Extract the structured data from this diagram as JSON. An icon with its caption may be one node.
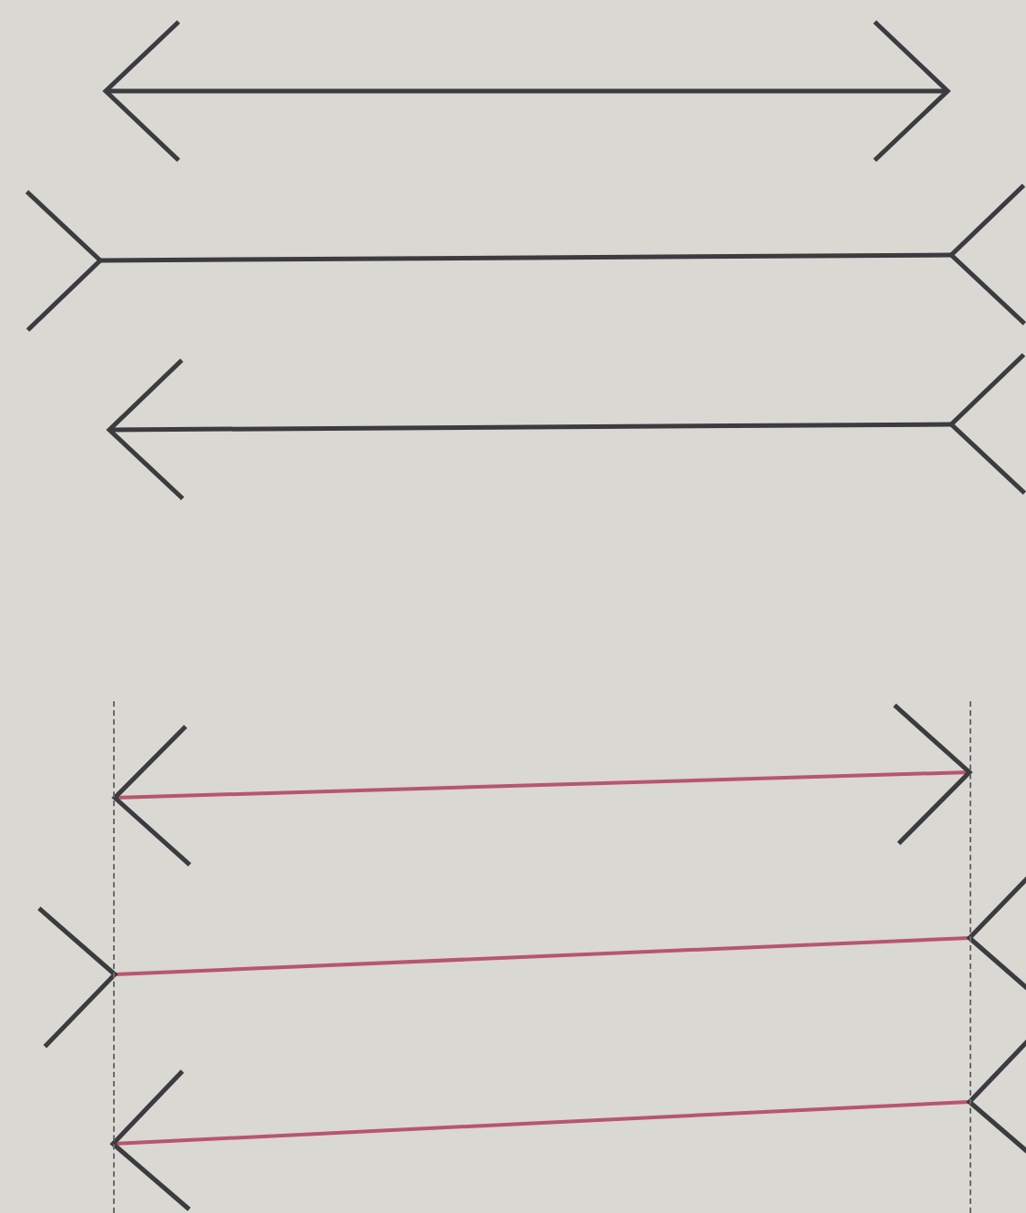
{
  "diagram": {
    "nodes": [
      {
        "text": [],
        "shape": "bar"
      },
      {
        "text": [],
        "shape": "bar"
      }
    ],
    "edges": [
      {
        "from": 0,
        "to": 1,
        "arrow": "both"
      },
      {
        "from": 0,
        "to": 1,
        "arrow": "other"
      },
      {
        "from": 1,
        "to": 0,
        "arrow": "to"
      }
    ]
  }
}
